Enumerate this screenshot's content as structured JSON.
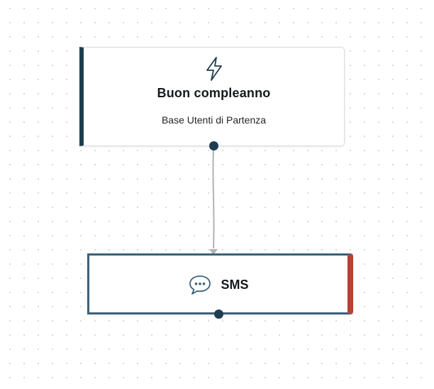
{
  "flow": {
    "trigger_node": {
      "icon": "lightning-bolt-icon",
      "title": "Buon compleanno",
      "subtitle": "Base Utenti di Partenza",
      "accent_color": "#1f3e4f"
    },
    "action_node": {
      "icon": "chat-bubble-dots-icon",
      "title": "SMS",
      "border_color": "#3d6178",
      "status_color": "#b84034"
    },
    "edge": {
      "color": "#b3b3b3"
    }
  }
}
